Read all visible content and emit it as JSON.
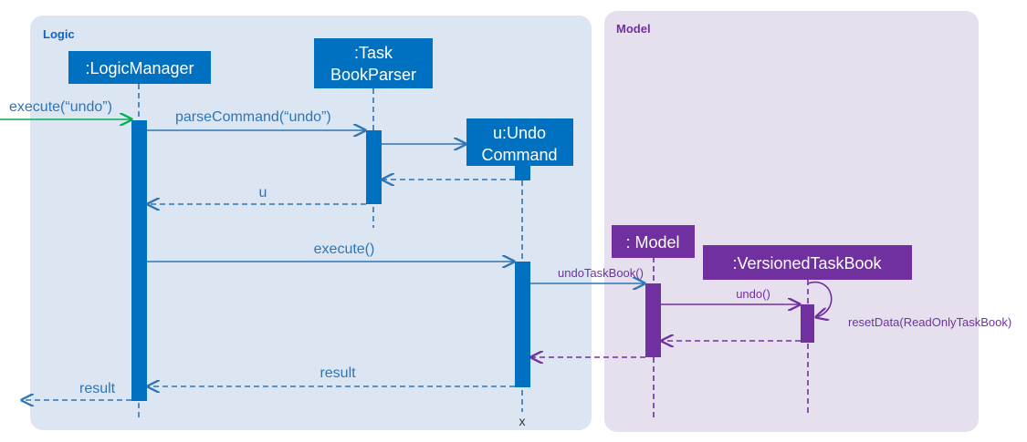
{
  "frames": {
    "logic": {
      "title": "Logic",
      "fill": "#dce6f2",
      "title_color": "#0b64c4"
    },
    "model": {
      "title": "Model",
      "fill": "#e6e0ee",
      "title_color": "#7030a0"
    }
  },
  "participants": {
    "logic_manager": {
      "label": ":LogicManager",
      "color": "#0070c0"
    },
    "task_book_parser": {
      "line1": ":Task",
      "line2": "BookParser",
      "color": "#0070c0"
    },
    "undo_command": {
      "line1": "u:Undo",
      "line2": "Command",
      "color": "#0070c0"
    },
    "model": {
      "label": ": Model",
      "color": "#7030a0"
    },
    "versioned_task_book": {
      "label": ":VersionedTaskBook",
      "color": "#7030a0"
    }
  },
  "messages": {
    "execute_undo": "execute(“undo”)",
    "parse_command": "parseCommand(“undo”)",
    "return_u": "u",
    "execute": "execute()",
    "undo_task_book": "undoTaskBook()",
    "undo": "undo()",
    "reset_data": "resetData(ReadOnlyTaskBook)",
    "return_result_inner": "result",
    "return_result_outer": "result",
    "destroy_mark": "x"
  },
  "colors": {
    "logic_arrow": "#2e75b6",
    "model_arrow": "#7030a0",
    "entry_arrow": "#00b050"
  }
}
